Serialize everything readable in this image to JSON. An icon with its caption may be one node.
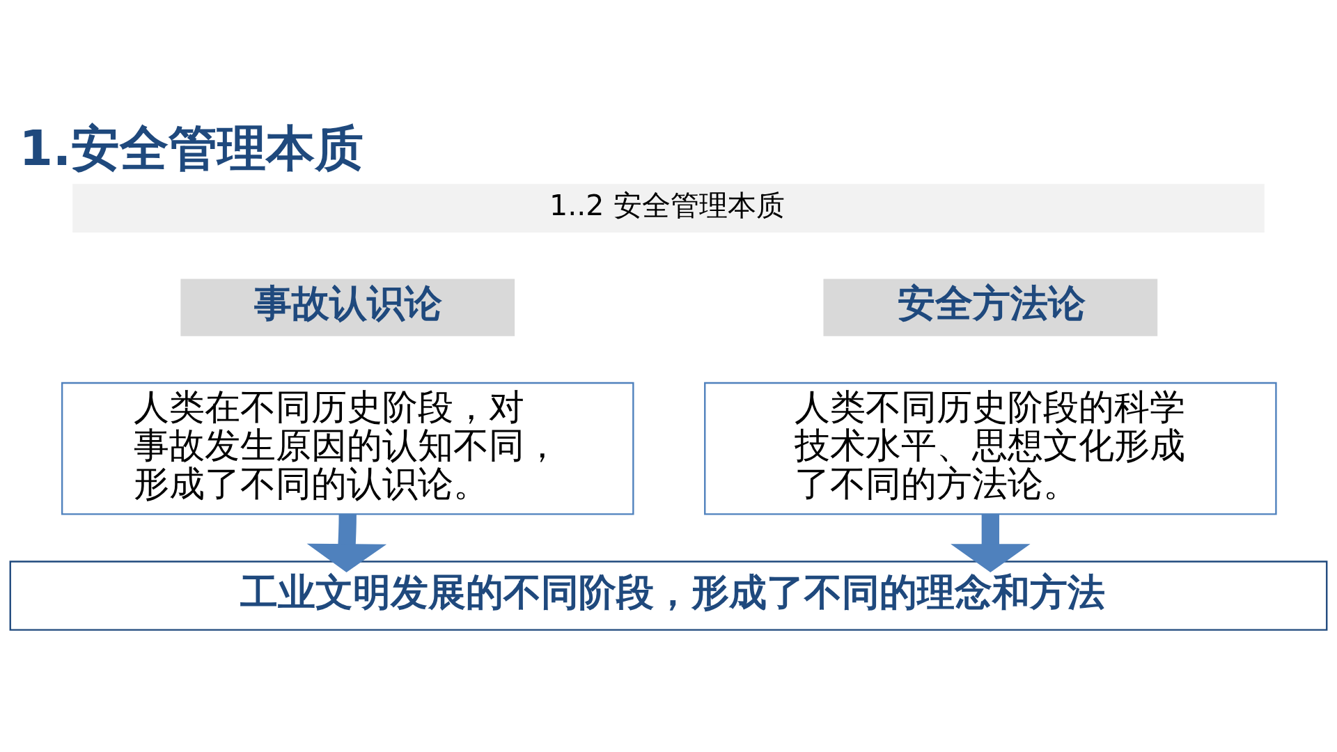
{
  "diagram": {
    "title": "1.安全管理本质",
    "nodes": [
      {
        "text": [
          "1..2 安全管理本质"
        ]
      },
      {
        "text": [
          "事故认识论"
        ]
      },
      {
        "text": [
          "人类在不同历史阶段，对事故发生原因的认知不同，形成了不同的认识论。"
        ]
      },
      {
        "text": [
          "安全方法论"
        ]
      },
      {
        "text": [
          "人类不同历史阶段的科学技术水平、思想文化形成了不同的方法论。"
        ]
      },
      {
        "text": [
          "工业文明发展的不同阶段，形成了不同的理念和方法"
        ]
      }
    ],
    "edges": [
      {
        "from": 2,
        "to": 5,
        "arrow": "to"
      },
      {
        "from": 4,
        "to": 5,
        "arrow": "to"
      }
    ]
  }
}
